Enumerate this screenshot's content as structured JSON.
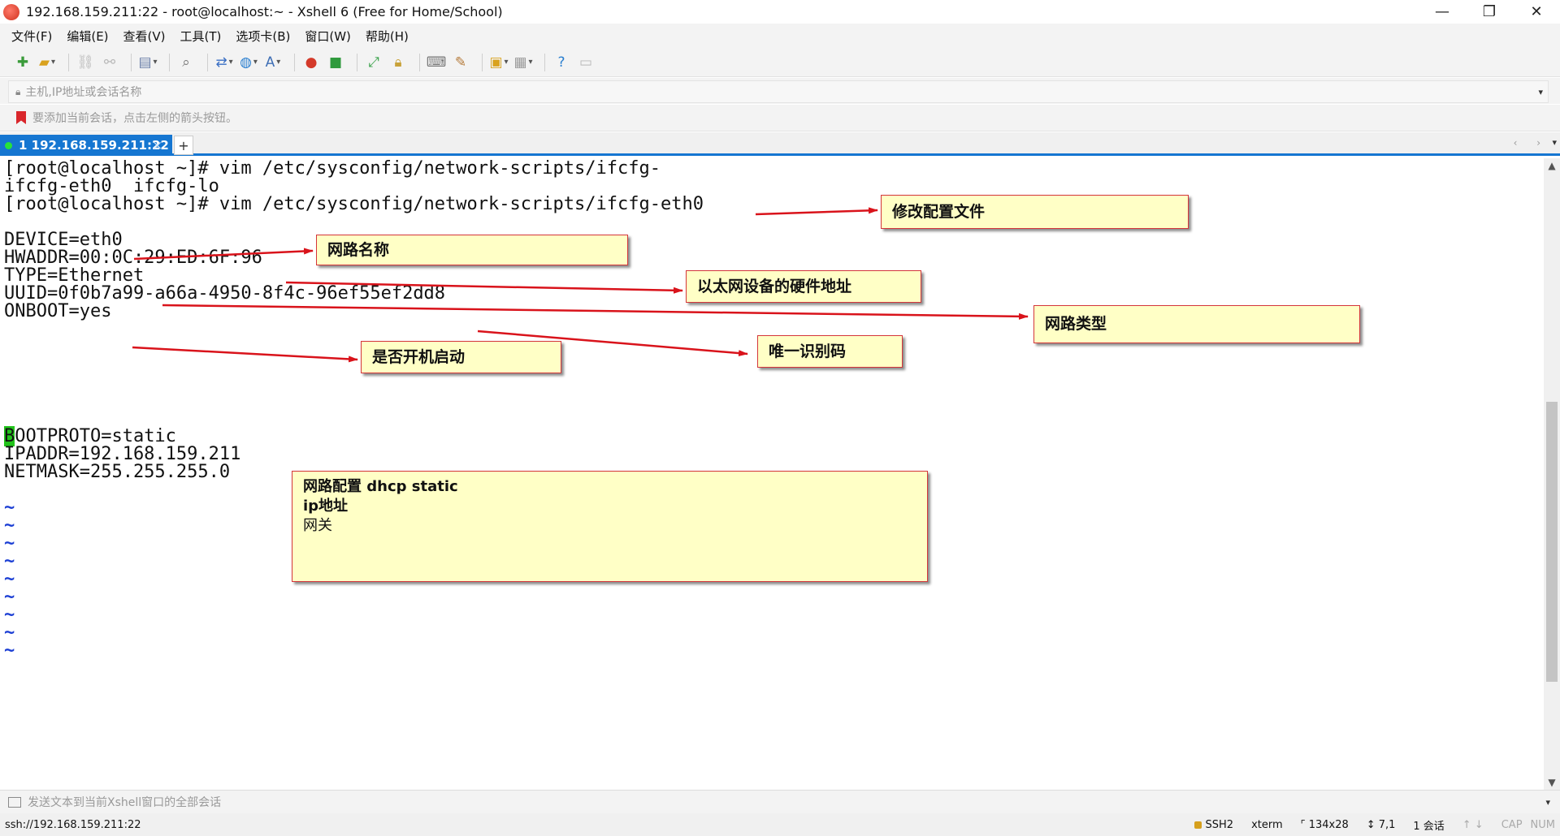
{
  "window": {
    "title": "192.168.159.211:22 - root@localhost:~ - Xshell 6 (Free for Home/School)",
    "minimize": "—",
    "restore": "❐",
    "close": "✕"
  },
  "menu": [
    "文件(F)",
    "编辑(E)",
    "查看(V)",
    "工具(T)",
    "选项卡(B)",
    "窗口(W)",
    "帮助(H)"
  ],
  "address": {
    "placeholder": "主机,IP地址或会话名称",
    "dropdown": "▾"
  },
  "hint": {
    "text": "要添加当前会话，点击左侧的箭头按钮。"
  },
  "tab": {
    "label": "1 192.168.159.211:22",
    "close": "×",
    "new": "+",
    "nav": "‹ ›",
    "menu": "▾"
  },
  "terminal": {
    "lines": [
      "[root@localhost ~]# vim /etc/sysconfig/network-scripts/ifcfg-",
      "ifcfg-eth0  ifcfg-lo",
      "[root@localhost ~]# vim /etc/sysconfig/network-scripts/ifcfg-eth0",
      "DEVICE=eth0",
      "HWADDR=00:0C:29:ED:6F:96",
      "TYPE=Ethernet",
      "UUID=0f0b7a99-a66a-4950-8f4c-96ef55ef2dd8",
      "ONBOOT=yes",
      "OOTPROTO=static",
      "IPADDR=192.168.159.211",
      "NETMASK=255.255.255.0"
    ],
    "cursor_char": "B",
    "tilde": "~"
  },
  "notes": {
    "config_file": "修改配置文件",
    "nic_name": "网路名称",
    "hw_addr": "以太网设备的硬件地址",
    "net_type": "网路类型",
    "uuid": "唯一识别码",
    "onboot": "是否开机启动",
    "bootproto_line1": "网路配置 dhcp static",
    "bootproto_line2": "ip地址",
    "bootproto_line3": "网关"
  },
  "sendbar": {
    "text": "发送文本到当前Xshell窗口的全部会话"
  },
  "status": {
    "connection": "ssh://192.168.159.211:22",
    "protocol": "SSH2",
    "term": "xterm",
    "size": "134x28",
    "position": "7,1",
    "sessions": "1 会话",
    "cap": "CAP",
    "num": "NUM"
  },
  "colors": {
    "tab_accent": "#1576d1",
    "note_bg": "#ffffc6",
    "arrow": "#d9131b",
    "cursor": "#22c31b",
    "tilde": "#1c3fd4"
  }
}
